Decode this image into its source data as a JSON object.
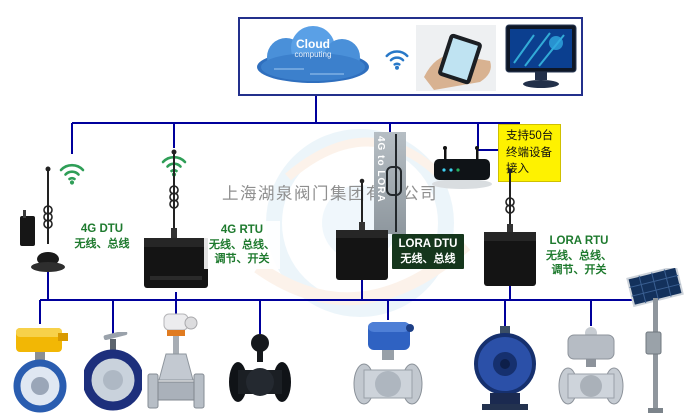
{
  "colors": {
    "connector_line": "#00009c",
    "label_green": "#1e7a2e",
    "callout_yellow": "#fef200",
    "cloud_blue": "#3c80cc"
  },
  "top_panel": {
    "cloud_title": "Cloud",
    "cloud_subtitle": "computing"
  },
  "watermark": {
    "company": "上海湖泉阀门集团有限公司"
  },
  "labels": {
    "dtu4g": {
      "title": "4G DTU",
      "l1": "无线、总线"
    },
    "rtu4g": {
      "title": "4G RTU",
      "l1": "无线、总线、",
      "l2": "调节、开关"
    },
    "gateway": "4G to LORA",
    "loradtu": {
      "title": "LORA DTU",
      "l1": "无线、总线"
    },
    "lorartu": {
      "title": "LORA RTU",
      "l1": "无线、总线、",
      "l2": "调节、开关"
    }
  },
  "callout": {
    "l1": "支持50台",
    "l2": "终端设备",
    "l3": "接入"
  }
}
